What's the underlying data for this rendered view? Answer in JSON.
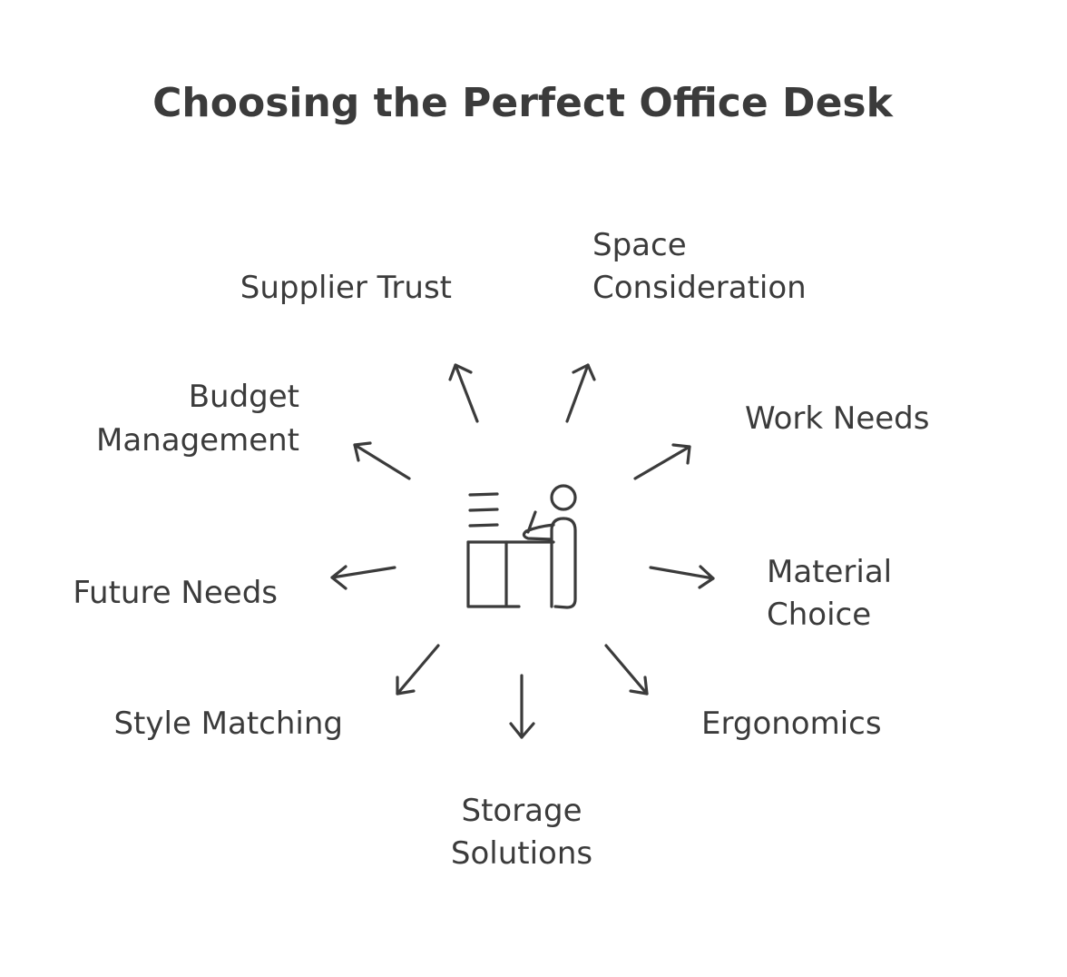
{
  "title": "Choosing the Perfect Office Desk",
  "center_icon": "person-at-desk-icon",
  "factors": [
    {
      "id": "supplier-trust",
      "lines": [
        "Supplier Trust"
      ]
    },
    {
      "id": "space-consideration",
      "lines": [
        "Space",
        "Consideration"
      ]
    },
    {
      "id": "work-needs",
      "lines": [
        "Work Needs"
      ]
    },
    {
      "id": "material-choice",
      "lines": [
        "Material",
        "Choice"
      ]
    },
    {
      "id": "ergonomics",
      "lines": [
        "Ergonomics"
      ]
    },
    {
      "id": "storage-solutions",
      "lines": [
        "Storage",
        "Solutions"
      ]
    },
    {
      "id": "style-matching",
      "lines": [
        "Style Matching"
      ]
    },
    {
      "id": "future-needs",
      "lines": [
        "Future Needs"
      ]
    },
    {
      "id": "budget-management",
      "lines": [
        "Budget",
        "Management"
      ]
    }
  ],
  "colors": {
    "ink": "#3b3b3b",
    "background": "#ffffff"
  }
}
